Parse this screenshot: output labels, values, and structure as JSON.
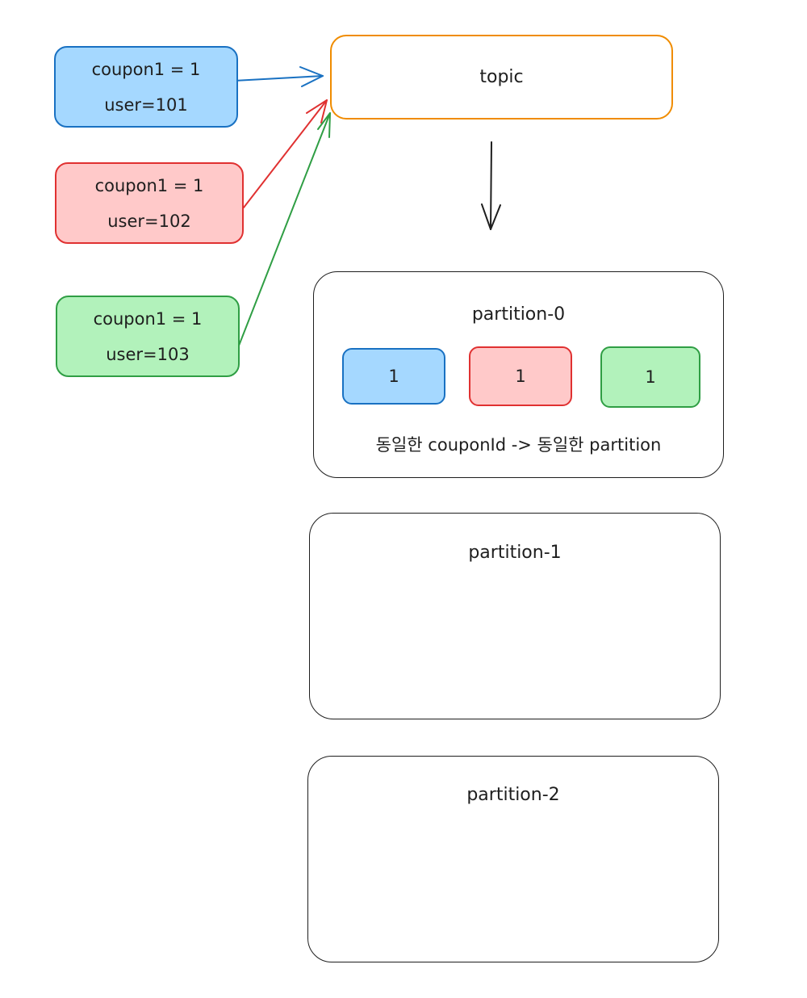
{
  "messages": [
    {
      "line1": "coupon1 = 1",
      "line2": "user=101",
      "color": "#a5d8ff",
      "stroke": "#1971c2"
    },
    {
      "line1": "coupon1 = 1",
      "line2": "user=102",
      "color": "#ffc9c9",
      "stroke": "#e03131"
    },
    {
      "line1": "coupon1 = 1",
      "line2": "user=103",
      "color": "#b2f2bb",
      "stroke": "#2f9e44"
    }
  ],
  "topic": {
    "label": "topic",
    "stroke": "#f08c00"
  },
  "partitions": [
    {
      "label": "partition-0",
      "chips": [
        {
          "value": "1",
          "color": "#a5d8ff"
        },
        {
          "value": "1",
          "color": "#ffc9c9"
        },
        {
          "value": "1",
          "color": "#b2f2bb"
        }
      ],
      "caption": "동일한 couponId -> 동일한 partition"
    },
    {
      "label": "partition-1"
    },
    {
      "label": "partition-2"
    }
  ]
}
